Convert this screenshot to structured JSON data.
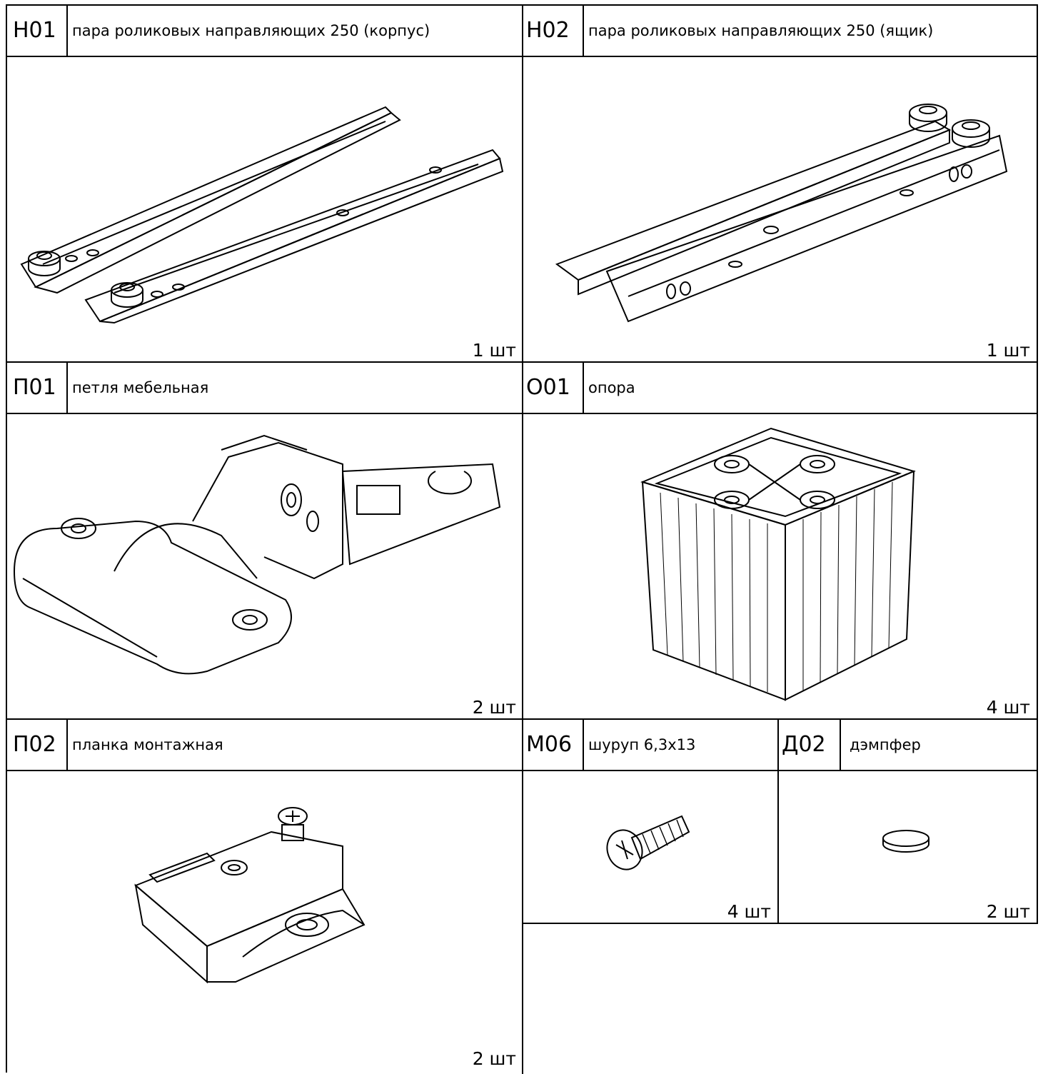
{
  "parts": [
    {
      "code": "Н01",
      "name": "пара роликовых направляющих 250 (корпус)",
      "qty": "1 шт",
      "icon": "drawer-slide-cabinet-icon"
    },
    {
      "code": "Н02",
      "name": "пара роликовых направляющих 250 (ящик)",
      "qty": "1 шт",
      "icon": "drawer-slide-drawer-icon"
    },
    {
      "code": "П01",
      "name": "петля мебельная",
      "qty": "2 шт",
      "icon": "furniture-hinge-icon"
    },
    {
      "code": "О01",
      "name": "опора",
      "qty": "4 шт",
      "icon": "furniture-leg-icon"
    },
    {
      "code": "П02",
      "name": "планка монтажная",
      "qty": "2 шт",
      "icon": "mounting-plate-icon"
    },
    {
      "code": "М06",
      "name": "шуруп 6,3х13",
      "qty": "4 шт",
      "icon": "screw-icon"
    },
    {
      "code": "Д02",
      "name": "дэмпфер",
      "qty": "2 шт",
      "icon": "damper-pad-icon"
    }
  ],
  "colors": {
    "line": "#000000",
    "background": "#ffffff"
  }
}
